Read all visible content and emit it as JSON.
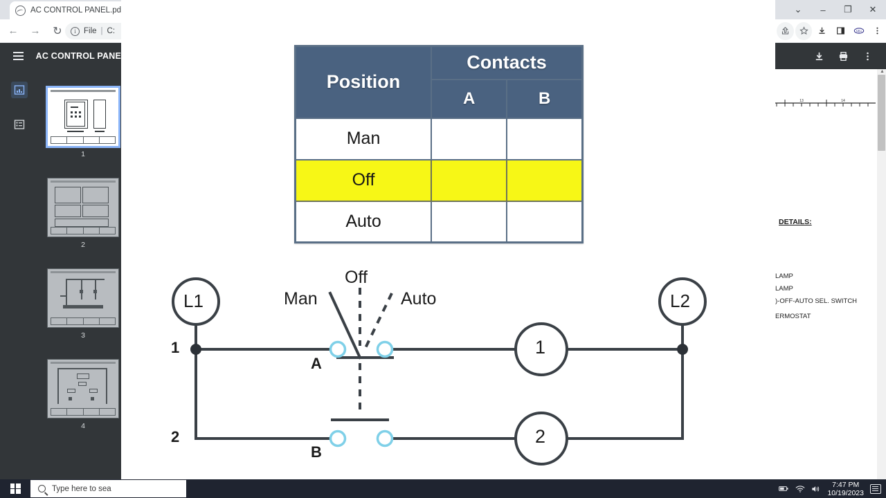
{
  "browser": {
    "tab_title": "AC CONTROL PANEL.pdf",
    "favicon": "globe-icon",
    "nav": {
      "back": "←",
      "forward": "→",
      "reload": "↻"
    },
    "omnibox": {
      "info_glyph": "ⓘ",
      "scheme": "File",
      "separator": "|",
      "value": "C:"
    }
  },
  "pdf_viewer": {
    "menu_icon": "hamburger-icon",
    "document_title": "AC CONTROL PANE",
    "rail": [
      {
        "name": "thumbnail-view",
        "active": true
      },
      {
        "name": "outline-view",
        "active": false
      }
    ],
    "thumbnails": [
      {
        "label": "1",
        "selected": true
      },
      {
        "label": "2",
        "selected": false
      },
      {
        "label": "3",
        "selected": false
      },
      {
        "label": "4",
        "selected": false
      }
    ],
    "toolbar_right": {
      "download": "download-icon",
      "print": "print-icon",
      "more": "more-vertical-icon"
    }
  },
  "truth_table": {
    "header": {
      "position": "Position",
      "contacts": "Contacts",
      "a": "A",
      "b": "B"
    },
    "rows": [
      {
        "position": "Man",
        "a": "",
        "b": "",
        "highlight": false
      },
      {
        "position": "Off",
        "a": "",
        "b": "",
        "highlight": true
      },
      {
        "position": "Auto",
        "a": "",
        "b": "",
        "highlight": false
      }
    ],
    "colors": {
      "header_bg": "#4a6280",
      "border": "#5a6f86",
      "highlight_bg": "#f7f716"
    }
  },
  "diagram": {
    "title_labels": {
      "off": "Off",
      "man": "Man",
      "auto": "Auto"
    },
    "terminals": {
      "l1": "L1",
      "l2": "L2"
    },
    "rails": {
      "rail1": "1",
      "rail2": "2"
    },
    "contacts": {
      "a": "A",
      "b": "B"
    },
    "loads": {
      "load1": "1",
      "load2": "2"
    },
    "colors": {
      "wire": "#3a4046",
      "contact_ring": "#7fd0e8",
      "contact_fill": "#ffffff"
    }
  },
  "right_pane": {
    "window_controls": {
      "chevron": "⌄",
      "minimize": "–",
      "maximize": "❐",
      "close": "✕"
    },
    "toolbar": {
      "share": "share-icon",
      "favorite": "star-icon",
      "download": "download-icon",
      "collections": "collections-icon",
      "extension": "extension-icon",
      "more": "more-vertical-icon"
    },
    "pdf_toolbar": {
      "download": "download-icon",
      "print": "print-icon",
      "more": "more-vertical-icon"
    },
    "ruler_ticks": [
      "13",
      "14"
    ],
    "details_heading": "DETAILS:",
    "legend_lines": [
      "LAMP",
      "LAMP",
      ")-OFF-AUTO SEL. SWITCH",
      "ERMOSTAT"
    ]
  },
  "taskbar": {
    "start": "windows-logo",
    "search_placeholder": "Type here to sea",
    "tray": {
      "battery": "battery-icon",
      "wifi": "wifi-icon",
      "volume": "volume-icon",
      "time": "7:47 PM",
      "date": "10/19/2023",
      "action_center": "action-center-icon"
    }
  }
}
